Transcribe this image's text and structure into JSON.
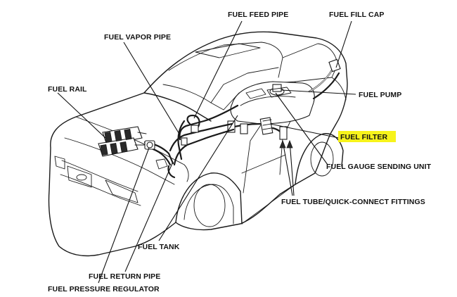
{
  "labels": {
    "fuel_feed_pipe": "FUEL FEED PIPE",
    "fuel_fill_cap": "FUEL FILL CAP",
    "fuel_vapor_pipe": "FUEL VAPOR PIPE",
    "fuel_rail": "FUEL RAIL",
    "fuel_pump": "FUEL PUMP",
    "fuel_filter": "FUEL FILTER",
    "fuel_gauge_sending_unit": "FUEL GAUGE SENDING UNIT",
    "fuel_tube_quick_connect_fittings": "FUEL TUBE/QUICK-CONNECT FITTINGS",
    "fuel_tank": "FUEL TANK",
    "fuel_return_pipe": "FUEL RETURN PIPE",
    "fuel_pressure_regulator": "FUEL PRESSURE REGULATOR"
  },
  "colors": {
    "line": "#1a1a1a",
    "highlight": "#f7f31b",
    "background": "#ffffff"
  }
}
